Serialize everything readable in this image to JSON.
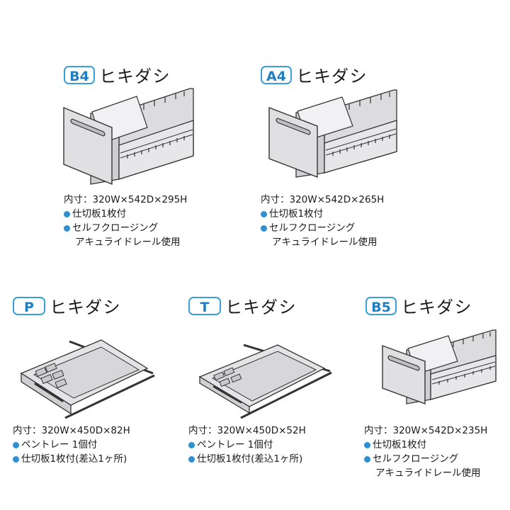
{
  "drawers": [
    {
      "id": "b4",
      "badge": "B4",
      "name": "ヒキダシ",
      "size": "内寸：320W×542D×295H",
      "features": [
        "仕切板1枚付",
        "セルフクロージング"
      ],
      "feature_cont": "アキュライドレール使用"
    },
    {
      "id": "a4",
      "badge": "A4",
      "name": "ヒキダシ",
      "size": "内寸：320W×542D×265H",
      "features": [
        "仕切板1枚付",
        "セルフクロージング"
      ],
      "feature_cont": "アキュライドレール使用"
    },
    {
      "id": "p",
      "badge": "P",
      "name": "ヒキダシ",
      "size": "内寸：320W×450D×82H",
      "features": [
        "ペントレー 1個付",
        "仕切板1枚付(差込1ヶ所)"
      ]
    },
    {
      "id": "t",
      "badge": "T",
      "name": "ヒキダシ",
      "size": "内寸：320W×450D×52H",
      "features": [
        "ペントレー 1個付",
        "仕切板1枚付(差込1ヶ所)"
      ]
    },
    {
      "id": "b5",
      "badge": "B5",
      "name": "ヒキダシ",
      "size": "内寸：320W×542D×235H",
      "features": [
        "仕切板1枚付",
        "セルフクロージング"
      ],
      "feature_cont": "アキュライドレール使用"
    }
  ],
  "colors": {
    "badge_border": "#3a9fd8",
    "badge_text": "#1f7fc4",
    "bullet": "#2f8fd0",
    "drawer_fill": "#e4e4e6",
    "drawer_dark": "#c9c9cc",
    "line": "#333333"
  },
  "icons": [
    "deep-drawer-icon",
    "shallow-tray-drawer-icon"
  ]
}
